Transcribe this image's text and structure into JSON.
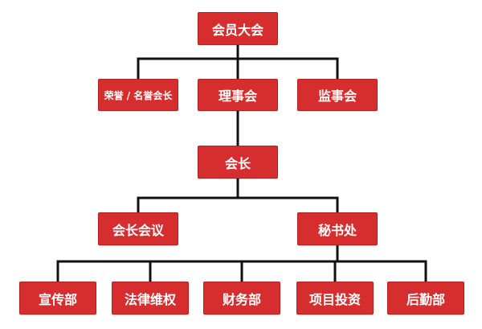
{
  "org_chart": {
    "level1": {
      "assembly": "会员大会"
    },
    "level2": {
      "honorary": "荣誉 / 名誉会长",
      "council": "理事会",
      "supervisors": "监事会"
    },
    "level3": {
      "president": "会长"
    },
    "level4": {
      "meeting": "会长会议",
      "secretariat": "秘书处"
    },
    "level5": {
      "publicity": "宣传部",
      "legal": "法律维权",
      "finance": "财务部",
      "investment": "项目投资",
      "logistics": "后勤部"
    }
  },
  "colors": {
    "node_fill": "#d62e2e",
    "connector": "#111111"
  }
}
